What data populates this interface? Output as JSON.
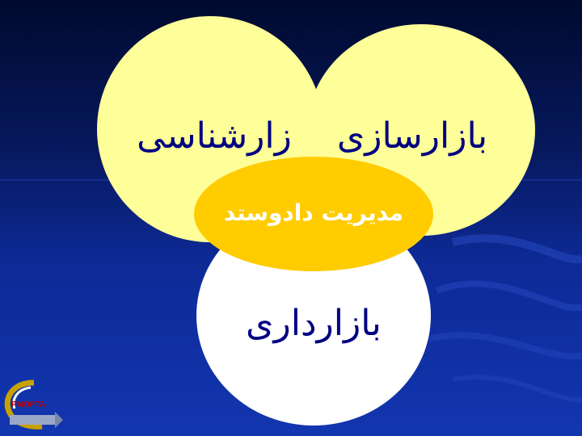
{
  "diagram": {
    "left_circle": {
      "label": "زارشناسی"
    },
    "right_circle": {
      "label": "بازارسازی"
    },
    "center_oval": {
      "label": "مدیریت دادوستد"
    },
    "bottom_circle": {
      "label": "بازارداری"
    }
  },
  "logo": {
    "text": "PMOPTA"
  },
  "colors": {
    "circle_yellow": "#ffff99",
    "center_oval": "#ffcc00",
    "bottom_circle": "#ffffff",
    "label_text": "#000080",
    "center_text": "#ffffff"
  }
}
